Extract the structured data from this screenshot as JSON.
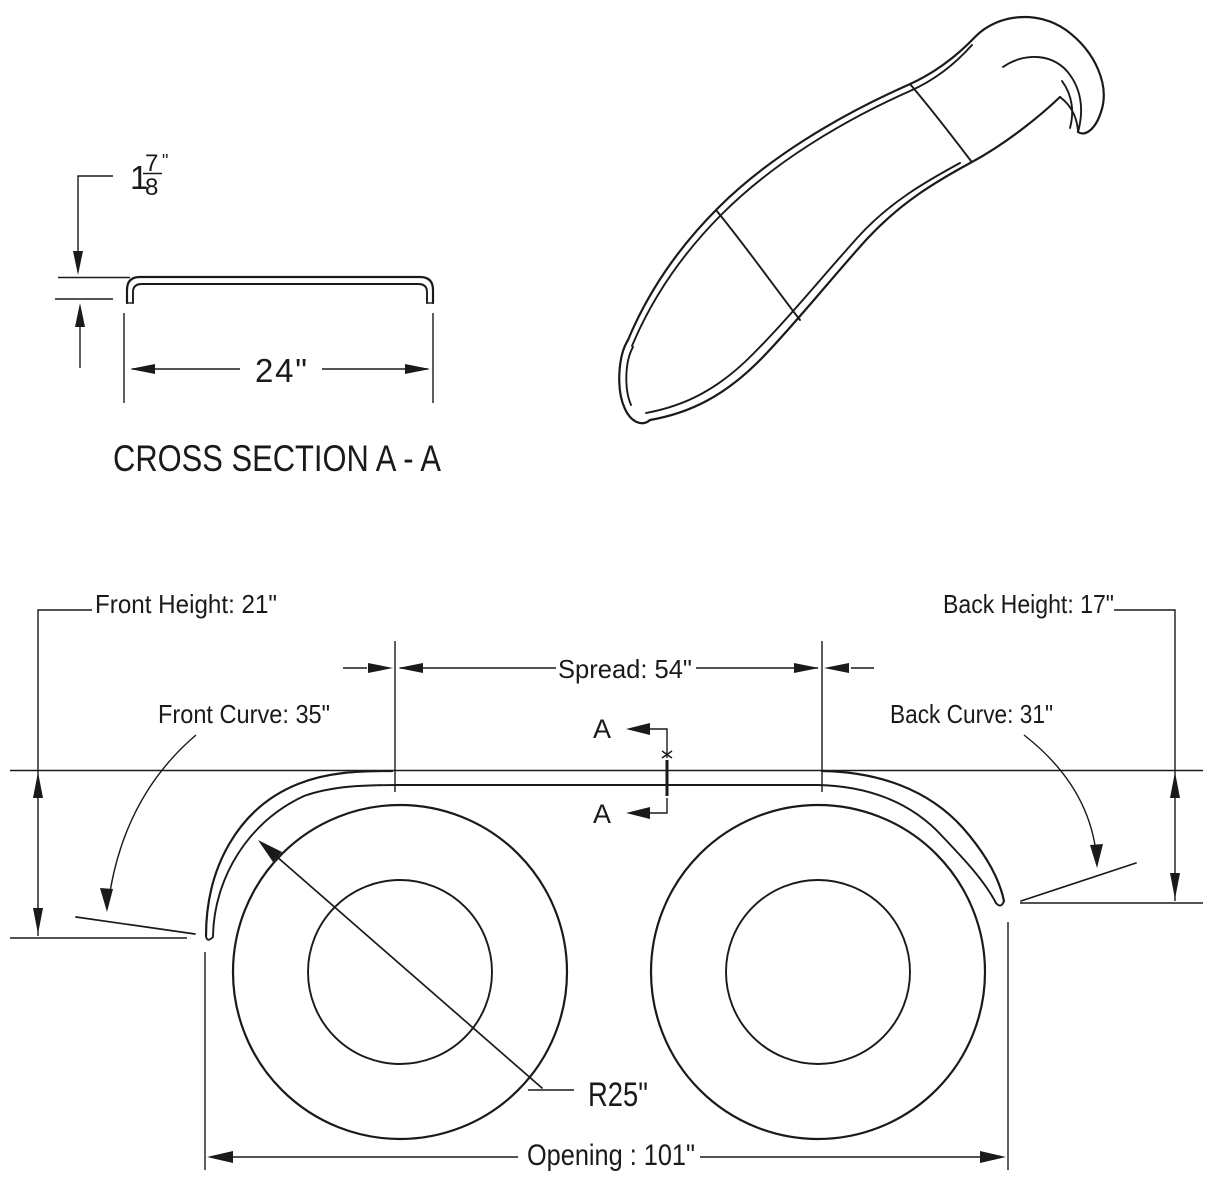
{
  "page": {
    "background": "#ffffff",
    "line_color": "#1a1a1a"
  },
  "cross_section": {
    "title": "CROSS SECTION A - A",
    "thickness": {
      "whole": "1",
      "numerator": "7",
      "denominator": "8",
      "unit": "\""
    },
    "width_label": "24\""
  },
  "side_view": {
    "front_height": "Front Height: 21\"",
    "back_height": "Back Height: 17\"",
    "spread": "Spread: 54\"",
    "front_curve": "Front Curve: 35\"",
    "back_curve": "Back Curve: 31\"",
    "radius": "R25\"",
    "opening": "Opening : 101\"",
    "section_letter": "A"
  },
  "dimensions": {
    "front_height_in": 21,
    "back_height_in": 17,
    "spread_in": 54,
    "front_curve_in": 35,
    "back_curve_in": 31,
    "wheel_radius_in": 25,
    "opening_in": 101,
    "section_width_in": 24,
    "lip_height_in": "1 7/8"
  }
}
